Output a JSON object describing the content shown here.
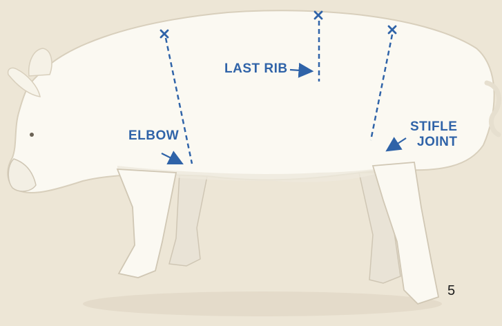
{
  "labels": {
    "last_rib": "LAST RIB",
    "elbow": "ELBOW",
    "stifle_line1": "STIFLE",
    "stifle_line2": "JOINT"
  },
  "page_number": "5",
  "colors": {
    "annotation_blue": "#2f63a8",
    "background": "#ede6d6",
    "pig_body": "#fbf9f2",
    "shadow": "#cfc6b4"
  },
  "icons": {
    "markers": "x-mark-icon",
    "arrows": "arrow-icon"
  }
}
